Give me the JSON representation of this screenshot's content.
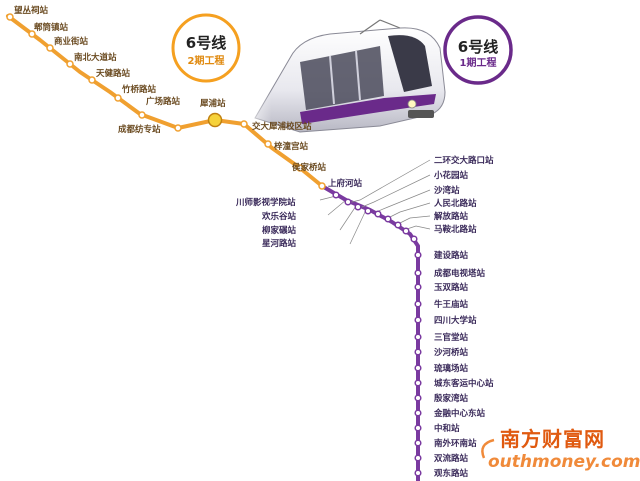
{
  "colors": {
    "phase2": "#f0a030",
    "phase1": "#7a3aa0",
    "phase1_badge": "#6a2a8a",
    "phase2_badge": "#f5a020",
    "interchange": "#f6d23a",
    "watermark": "#e05a10"
  },
  "badges": {
    "phase2": {
      "line": "6号线",
      "phase": "2期工程"
    },
    "phase1": {
      "line": "6号线",
      "phase": "1期工程"
    }
  },
  "stations_phase2": [
    "望丛祠站",
    "郫筒镇站",
    "商业街站",
    "南北大道站",
    "天健路站",
    "竹桥路站",
    "广场路站",
    "成都纺专站",
    "犀浦站",
    "交大犀浦校区站",
    "梓潼宫站",
    "侯家桥站",
    "上府河站"
  ],
  "stations_phase1_left": [
    "川师影视学院站",
    "欢乐谷站",
    "柳家碾站",
    "星河路站"
  ],
  "stations_phase1_right": [
    "二环交大路口站",
    "小花园站",
    "沙湾站",
    "人民北路站",
    "解放路站",
    "马鞍北路站"
  ],
  "stations_phase1_vertical": [
    "建设路站",
    "成都电视塔站",
    "玉双路站",
    "牛王庙站",
    "四川大学站",
    "三官堂站",
    "沙河桥站",
    "琉璃场站",
    "城东客运中心站",
    "殷家湾站",
    "金融中心东站",
    "中和站",
    "南外环南站",
    "双流路站",
    "观东路站"
  ],
  "watermark": {
    "cn": "南方财富网",
    "en": "outhmoney.com"
  },
  "icons": {
    "train": "tram-illustration-icon",
    "interchange": "interchange-station-icon"
  }
}
